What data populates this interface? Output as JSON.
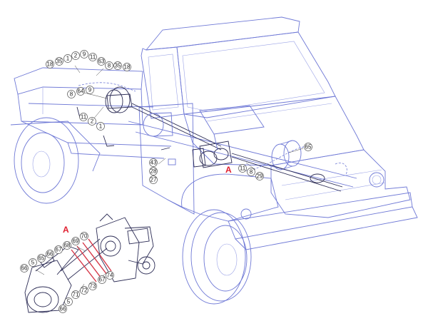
{
  "markers": {
    "detail_ref": "A",
    "detail_title": "A"
  },
  "callouts": [
    {
      "id": "c1",
      "text": "18"
    },
    {
      "id": "c2",
      "text": "35"
    },
    {
      "id": "c3",
      "text": "1"
    },
    {
      "id": "c4",
      "text": "2"
    },
    {
      "id": "c5",
      "text": "9"
    },
    {
      "id": "c6",
      "text": "11"
    },
    {
      "id": "c7",
      "text": "63"
    },
    {
      "id": "c8",
      "text": "8"
    },
    {
      "id": "c9",
      "text": "35"
    },
    {
      "id": "c10",
      "text": "18"
    },
    {
      "id": "c11",
      "text": "8"
    },
    {
      "id": "c12",
      "text": "64"
    },
    {
      "id": "c13",
      "text": "9"
    },
    {
      "id": "c14",
      "text": "11"
    },
    {
      "id": "c15",
      "text": "2"
    },
    {
      "id": "c16",
      "text": "1"
    },
    {
      "id": "c17",
      "text": "43"
    },
    {
      "id": "c18",
      "text": "28"
    },
    {
      "id": "c19",
      "text": "27"
    },
    {
      "id": "c20",
      "text": "65"
    },
    {
      "id": "c21",
      "text": "11"
    },
    {
      "id": "c22",
      "text": "8"
    },
    {
      "id": "c23",
      "text": "29"
    },
    {
      "id": "c24",
      "text": "70"
    },
    {
      "id": "c25",
      "text": "69"
    },
    {
      "id": "c26",
      "text": "68"
    },
    {
      "id": "c27",
      "text": "67"
    },
    {
      "id": "c28",
      "text": "66"
    },
    {
      "id": "c29",
      "text": "65"
    },
    {
      "id": "c30",
      "text": "5"
    },
    {
      "id": "c31",
      "text": "66"
    },
    {
      "id": "c32",
      "text": "74"
    },
    {
      "id": "c33",
      "text": "67"
    },
    {
      "id": "c34",
      "text": "73"
    },
    {
      "id": "c35",
      "text": "72"
    },
    {
      "id": "c36",
      "text": "71"
    },
    {
      "id": "c37",
      "text": "5"
    },
    {
      "id": "c38",
      "text": "66"
    }
  ]
}
